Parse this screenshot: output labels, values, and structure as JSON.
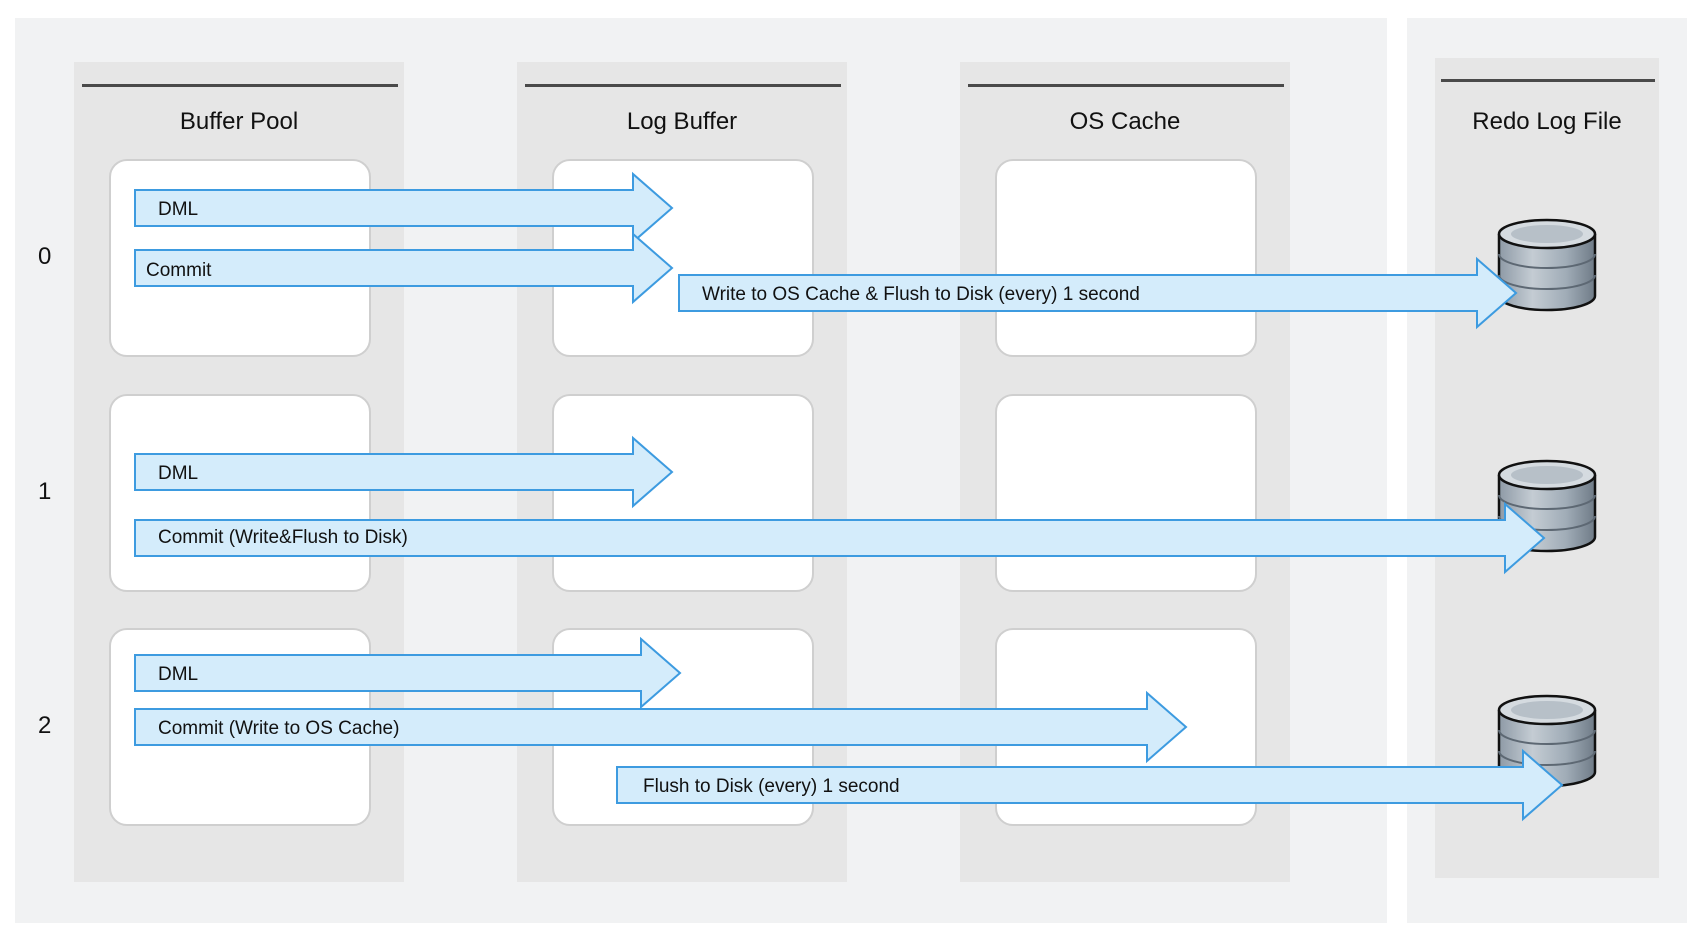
{
  "columns": [
    {
      "title": "Buffer Pool"
    },
    {
      "title": "Log Buffer"
    },
    {
      "title": "OS Cache"
    },
    {
      "title": "Redo Log File"
    }
  ],
  "rows": [
    {
      "label": "0"
    },
    {
      "label": "1"
    },
    {
      "label": "2"
    }
  ],
  "arrows": {
    "r0_dml": "DML",
    "r0_commit": "Commit",
    "r0_write": "Write to OS Cache & Flush to Disk (every) 1 second",
    "r1_dml": "DML",
    "r1_commit": "Commit (Write&Flush to Disk)",
    "r2_dml": "DML",
    "r2_commit": "Commit (Write to OS Cache)",
    "r2_flush": "Flush to Disk (every) 1 second"
  },
  "icons": [
    "database-icon",
    "database-icon",
    "database-icon"
  ],
  "colors": {
    "arrow_fill": "#d4ecfb",
    "arrow_stroke": "#3d9be0",
    "panel": "#f1f2f3",
    "column": "#e6e6e6",
    "db_body": "#a8b3be",
    "db_top": "#cfd6dc"
  }
}
